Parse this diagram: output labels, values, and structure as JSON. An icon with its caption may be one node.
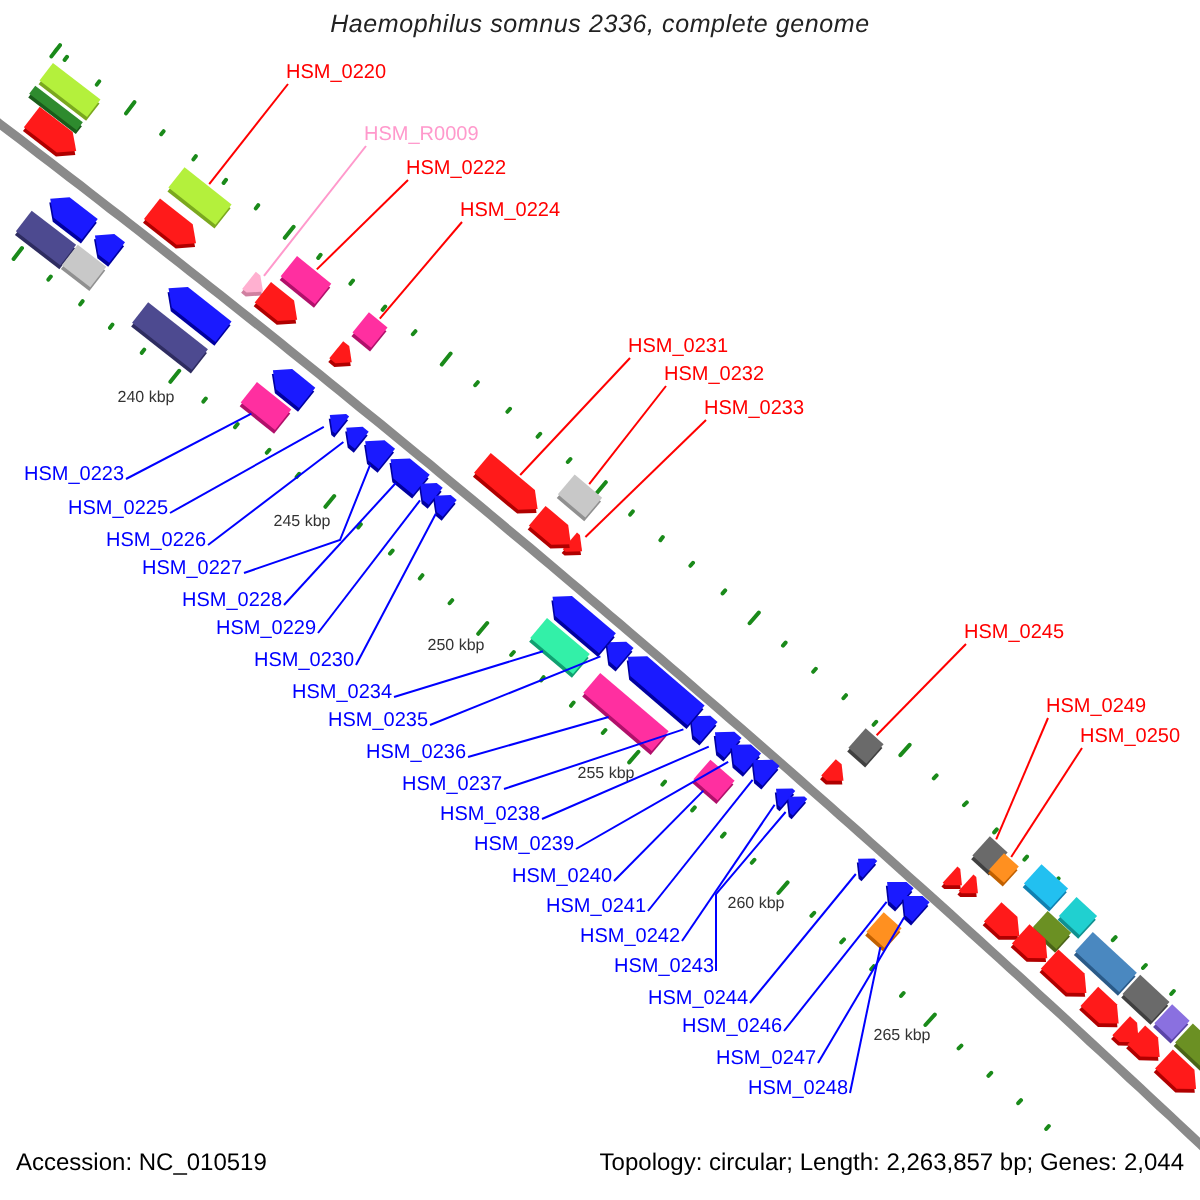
{
  "diagram": {
    "title": "Haemophilus somnus 2336, complete genome",
    "nodes": [
      {
        "text": [
          "HSM_0220"
        ]
      },
      {
        "text": [
          "HSM_R0009"
        ]
      },
      {
        "text": [
          "HSM_0222"
        ]
      },
      {
        "text": [
          "HSM_0224"
        ]
      },
      {
        "text": [
          "HSM_0231"
        ]
      },
      {
        "text": [
          "HSM_0232"
        ]
      },
      {
        "text": [
          "HSM_0233"
        ]
      },
      {
        "text": [
          "HSM_0245"
        ]
      },
      {
        "text": [
          "HSM_0249"
        ]
      },
      {
        "text": [
          "HSM_0250"
        ]
      },
      {
        "text": [
          "HSM_0223"
        ]
      },
      {
        "text": [
          "HSM_0225"
        ]
      },
      {
        "text": [
          "HSM_0226"
        ]
      },
      {
        "text": [
          "HSM_0227"
        ]
      },
      {
        "text": [
          "HSM_0228"
        ]
      },
      {
        "text": [
          "HSM_0229"
        ]
      },
      {
        "text": [
          "HSM_0230"
        ]
      },
      {
        "text": [
          "HSM_0234"
        ]
      },
      {
        "text": [
          "HSM_0235"
        ]
      },
      {
        "text": [
          "HSM_0236"
        ]
      },
      {
        "text": [
          "HSM_0237"
        ]
      },
      {
        "text": [
          "HSM_0238"
        ]
      },
      {
        "text": [
          "HSM_0239"
        ]
      },
      {
        "text": [
          "HSM_0240"
        ]
      },
      {
        "text": [
          "HSM_0241"
        ]
      },
      {
        "text": [
          "HSM_0242"
        ]
      },
      {
        "text": [
          "HSM_0243"
        ]
      },
      {
        "text": [
          "HSM_0244"
        ]
      },
      {
        "text": [
          "HSM_0246"
        ]
      },
      {
        "text": [
          "HSM_0247"
        ]
      },
      {
        "text": [
          "HSM_0248"
        ]
      },
      {
        "text": [],
        "shape": "box"
      },
      {
        "text": [],
        "shape": "pentagon"
      },
      {
        "text": [],
        "shape": "box"
      },
      {
        "text": [],
        "shape": "box"
      },
      {
        "text": [],
        "shape": "pentagon"
      },
      {
        "text": [],
        "shape": "box"
      },
      {
        "text": [],
        "shape": "pentagon"
      },
      {
        "text": [],
        "shape": "box"
      },
      {
        "text": [],
        "shape": "box"
      },
      {
        "text": [],
        "shape": "box"
      },
      {
        "text": [],
        "shape": "box"
      },
      {
        "text": [],
        "shape": "pentagon"
      },
      {
        "text": [],
        "shape": "pentagon"
      },
      {
        "text": [],
        "shape": "pentagon"
      },
      {
        "text": [],
        "shape": "pentagon"
      },
      {
        "text": [],
        "shape": "pentagon"
      },
      {
        "text": [],
        "shape": "pentagon"
      },
      {
        "text": [],
        "shape": "box"
      },
      {
        "text": [],
        "shape": "pentagon"
      },
      {
        "text": [],
        "shape": "box"
      },
      {
        "text": [],
        "shape": "pentagon"
      },
      {
        "text": [],
        "shape": "pentagon"
      },
      {
        "text": [],
        "shape": "pentagon"
      },
      {
        "text": [],
        "shape": "box"
      },
      {
        "text": [],
        "shape": "pentagon"
      },
      {
        "text": [],
        "shape": "pentagon"
      },
      {
        "text": [],
        "shape": "pentagon"
      },
      {
        "text": [],
        "shape": "pentagon"
      },
      {
        "text": [],
        "shape": "pentagon"
      },
      {
        "text": [],
        "shape": "pentagon"
      },
      {
        "text": [],
        "shape": "box"
      },
      {
        "text": [],
        "shape": "box"
      },
      {
        "text": [],
        "shape": "box"
      },
      {
        "text": [],
        "shape": "pentagon"
      },
      {
        "text": [],
        "shape": "pentagon"
      },
      {
        "text": [],
        "shape": "pentagon"
      },
      {
        "text": [],
        "shape": "pentagon"
      },
      {
        "text": [],
        "shape": "pentagon"
      },
      {
        "text": [],
        "shape": "pentagon"
      },
      {
        "text": [],
        "shape": "pentagon"
      },
      {
        "text": [],
        "shape": "pentagon"
      },
      {
        "text": [],
        "shape": "box"
      },
      {
        "text": [],
        "shape": "box"
      },
      {
        "text": [],
        "shape": "box"
      },
      {
        "text": [],
        "shape": "box"
      },
      {
        "text": [],
        "shape": "box"
      },
      {
        "text": [],
        "shape": "box"
      },
      {
        "text": [],
        "shape": "box"
      },
      {
        "text": [],
        "shape": "pentagon"
      },
      {
        "text": [],
        "shape": "pentagon"
      },
      {
        "text": [],
        "shape": "pentagon"
      },
      {
        "text": [],
        "shape": "pentagon"
      },
      {
        "text": [],
        "shape": "pentagon"
      },
      {
        "text": [],
        "shape": "pentagon"
      },
      {
        "text": [],
        "shape": "pentagon"
      },
      {
        "text": [],
        "shape": "pentagon"
      },
      {
        "text": [],
        "shape": "pentagon"
      },
      {
        "text": [],
        "shape": "box"
      },
      {
        "text": [],
        "shape": "box"
      },
      {
        "text": [],
        "shape": "pentagon"
      },
      {
        "text": [],
        "shape": "box"
      },
      {
        "text": [],
        "shape": "pentagon"
      },
      {
        "text": [],
        "shape": "pentagon"
      },
      {
        "text": [],
        "shape": "pentagon"
      }
    ],
    "edges": [
      {
        "from": 0,
        "to": 31,
        "arrow": "none",
        "color": "#ff0000"
      },
      {
        "from": 1,
        "to": 32,
        "arrow": "none",
        "color": "#ff99cc"
      },
      {
        "from": 2,
        "to": 33,
        "arrow": "none",
        "color": "#ff0000"
      },
      {
        "from": 3,
        "to": 34,
        "arrow": "none",
        "color": "#ff0000"
      },
      {
        "from": 4,
        "to": 35,
        "arrow": "none",
        "color": "#ff0000"
      },
      {
        "from": 5,
        "to": 36,
        "arrow": "none",
        "color": "#ff0000"
      },
      {
        "from": 6,
        "to": 37,
        "arrow": "none",
        "color": "#ff0000"
      },
      {
        "from": 7,
        "to": 38,
        "arrow": "none",
        "color": "#ff0000"
      },
      {
        "from": 8,
        "to": 39,
        "arrow": "none",
        "color": "#ff0000"
      },
      {
        "from": 9,
        "to": 40,
        "arrow": "none",
        "color": "#ff0000"
      },
      {
        "from": 10,
        "to": 41,
        "arrow": "none"
      },
      {
        "from": 11,
        "to": 42,
        "arrow": "none"
      },
      {
        "from": 12,
        "to": 43,
        "arrow": "none"
      },
      {
        "from": 13,
        "to": 44,
        "arrow": "none"
      },
      {
        "from": 14,
        "to": 45,
        "arrow": "none"
      },
      {
        "from": 15,
        "to": 46,
        "arrow": "none"
      },
      {
        "from": 16,
        "to": 47,
        "arrow": "none"
      },
      {
        "from": 17,
        "to": 48,
        "arrow": "none"
      },
      {
        "from": 18,
        "to": 49,
        "arrow": "none"
      },
      {
        "from": 19,
        "to": 50,
        "arrow": "none"
      },
      {
        "from": 20,
        "to": 51,
        "arrow": "none"
      },
      {
        "from": 21,
        "to": 52,
        "arrow": "none"
      },
      {
        "from": 22,
        "to": 53,
        "arrow": "none"
      },
      {
        "from": 23,
        "to": 54,
        "arrow": "none"
      },
      {
        "from": 24,
        "to": 55,
        "arrow": "none"
      },
      {
        "from": 25,
        "to": 56,
        "arrow": "none"
      },
      {
        "from": 26,
        "to": 57,
        "arrow": "none"
      },
      {
        "from": 27,
        "to": 58,
        "arrow": "none"
      },
      {
        "from": 28,
        "to": 59,
        "arrow": "none"
      },
      {
        "from": 29,
        "to": 60,
        "arrow": "none"
      },
      {
        "from": 30,
        "to": 61,
        "arrow": "none"
      }
    ],
    "labels": [
      "240 kbp",
      "245 kbp",
      "250 kbp",
      "255 kbp",
      "260 kbp",
      "265 kbp",
      "Accession: NC_010519",
      "Topology: circular; Length: 2,263,857 bp; Genes: 2,044"
    ]
  }
}
